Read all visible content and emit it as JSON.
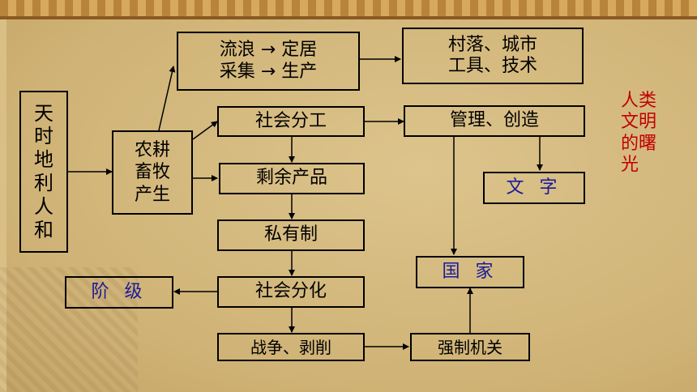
{
  "nodes": {
    "tianshi": "天时地利人和",
    "nonggeng": [
      "农耕",
      "畜牧",
      "产生"
    ],
    "liulang": "流浪 → 定居",
    "caiji": "采集 → 生产",
    "cunluo": "村落、城市",
    "gongju": "工具、技术",
    "shehui_fengong": "社会分工",
    "guanli": "管理、创造",
    "wenzi": "文 字",
    "shengyu": "剩余产品",
    "siyou": "私有制",
    "guojia": "国 家",
    "jieji": "阶 级",
    "shehui_fenhua": "社会分化",
    "zhanzheng": "战争、剥削",
    "qiangzhi": "强制机关"
  },
  "caption": "人类文明的曙光",
  "colors": {
    "background": "#d9bf85",
    "caption": "#c00000",
    "blue_text": "#1a1a9a"
  }
}
